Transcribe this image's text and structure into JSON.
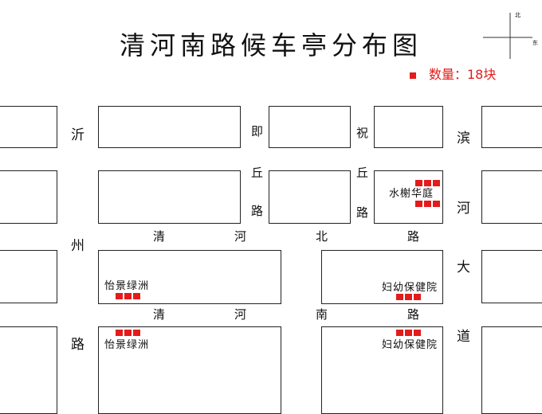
{
  "title": "清河南路候车亭分布图",
  "legend": {
    "text": "数量：18块",
    "color": "#e31b1b"
  },
  "compass": {
    "north": "北",
    "east": "东"
  },
  "roads": {
    "yi_zhou_lu": [
      "沂",
      "州",
      "路"
    ],
    "bin_he_da_dao": [
      "滨",
      "河",
      "大",
      "道"
    ],
    "ji_qiu_lu": [
      "即",
      "丘",
      "路"
    ],
    "zhu_qiu_lu": [
      "祝",
      "丘",
      "路"
    ],
    "qing_he_bei_lu": [
      "清",
      "河",
      "北",
      "路"
    ],
    "qing_he_nan_lu": [
      "清",
      "河",
      "南",
      "路"
    ]
  },
  "stops": [
    {
      "name": "水榭华庭"
    },
    {
      "name": "怡景绿洲"
    },
    {
      "name": "妇幼保健院"
    },
    {
      "name": "怡景绿洲"
    },
    {
      "name": "妇幼保健院"
    }
  ]
}
